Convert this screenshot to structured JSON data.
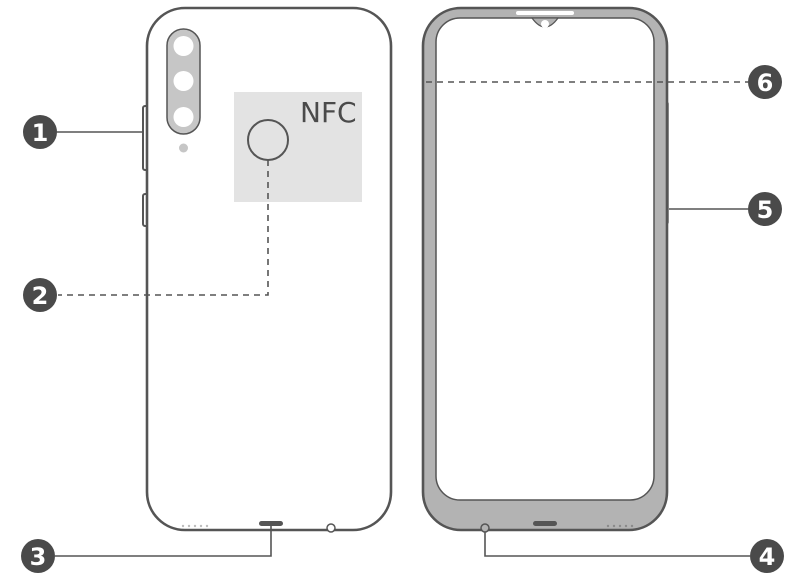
{
  "nfc_label": "NFC",
  "callouts": [
    {
      "number": "1"
    },
    {
      "number": "2"
    },
    {
      "number": "3"
    },
    {
      "number": "4"
    },
    {
      "number": "5"
    },
    {
      "number": "6"
    }
  ],
  "colors": {
    "outline": "#555555",
    "badge": "#4a4a4a",
    "nfc_zone": "#e3e3e3",
    "bezel": "#b3b3b3",
    "leader": "#555555"
  }
}
